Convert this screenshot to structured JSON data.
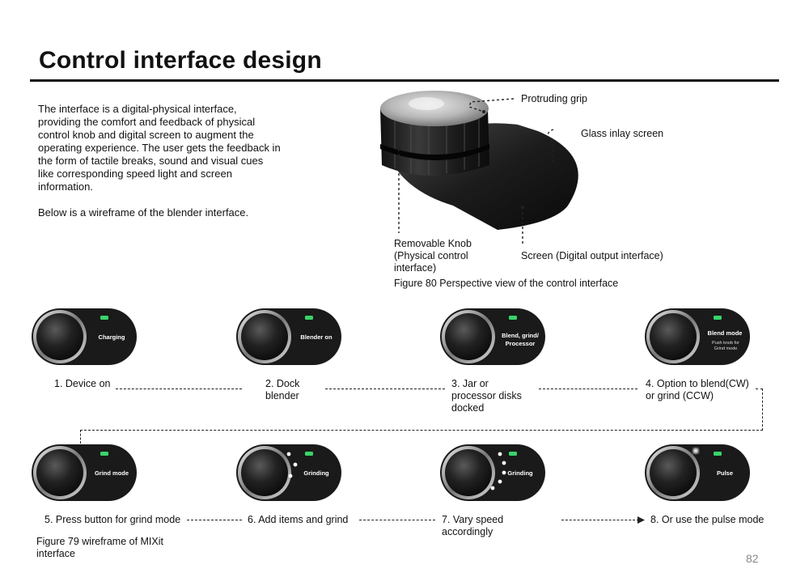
{
  "page": {
    "title": "Control interface design",
    "intro": "The interface is a digital-physical interface, providing the comfort and feedback of physical control knob and digital screen to augment the operating experience. The user gets the feedback in the form of tactile breaks, sound and visual cues like corresponding speed light and screen information.",
    "intro2": "Below is a wireframe of the blender interface.",
    "page_number": "82"
  },
  "figure80": {
    "label_grip": "Protruding grip",
    "label_glass": "Glass inlay screen",
    "label_knob": "Removable Knob (Physical control interface)",
    "label_screen": "Screen (Digital output  interface)",
    "caption": "Figure 80 Perspective view of the control interface"
  },
  "figure79": {
    "caption": "Figure 79 wireframe of MIXit interface"
  },
  "devices": [
    {
      "screen_text": "Charging",
      "sub_text": "",
      "dots": 0,
      "step": "1. Device on"
    },
    {
      "screen_text": "Blender on",
      "sub_text": "",
      "dots": 0,
      "step": "2. Dock blender"
    },
    {
      "screen_text": "Blend, grind/ Processor",
      "sub_text": "",
      "dots": 0,
      "step": "3. Jar or processor disks docked"
    },
    {
      "screen_text": "Blend mode",
      "sub_text": "Push knob for Grind mode",
      "dots": 0,
      "step": "4. Option to blend(CW) or grind (CCW)"
    },
    {
      "screen_text": "Grind mode",
      "sub_text": "",
      "dots": 0,
      "step": "5. Press button for grind mode"
    },
    {
      "screen_text": "Grinding",
      "sub_text": "",
      "dots": 3,
      "step": "6. Add items and grind"
    },
    {
      "screen_text": "Grinding",
      "sub_text": "",
      "dots": 5,
      "step": "7. Vary speed accordingly"
    },
    {
      "screen_text": "Pulse",
      "sub_text": "",
      "dots": 1,
      "step": "8. Or use the pulse mode"
    }
  ],
  "colors": {
    "indicator_led": "#39d46a",
    "device_body": "#1a1a1a"
  }
}
